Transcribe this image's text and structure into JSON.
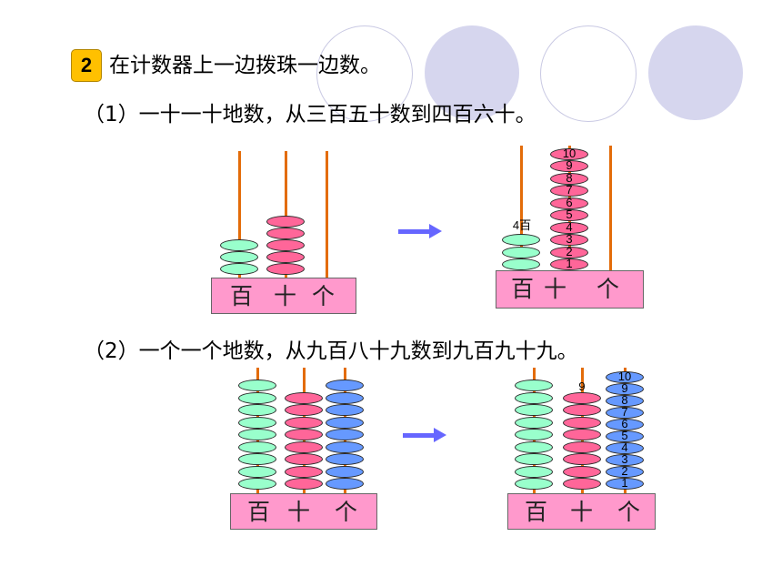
{
  "badge": "2",
  "title": "在计数器上一边拨珠一边数。",
  "q1": "（1）一十一十地数，从三百五十数到四百六十。",
  "q2": "（2）一个一个地数，从九百八十九数到九百九十九。",
  "place": {
    "hundreds": "百",
    "tens": "十",
    "ones": "个"
  },
  "counts": {
    "a1": {
      "hundreds": 3,
      "tens": 5,
      "ones": 0
    },
    "a2": {
      "hundreds": 3,
      "tens": 10,
      "ones": 0
    },
    "b1": {
      "hundreds": 9,
      "tens": 8,
      "ones": 9
    },
    "b2": {
      "hundreds": 9,
      "tens": 8,
      "ones": 10
    }
  },
  "a2_tens_labels": [
    "1",
    "2",
    "3",
    "4",
    "5",
    "6",
    "7",
    "8",
    "9",
    "10"
  ],
  "a2_hundred_label": "4百",
  "b2_tens_label": "9",
  "b2_ones_labels": [
    "1",
    "2",
    "3",
    "4",
    "5",
    "6",
    "7",
    "8",
    "9",
    "10"
  ],
  "colors": {
    "hundreds": "#99FFCC",
    "tens": "#FF6699",
    "ones": "#6699FF",
    "rod": "#E36C09",
    "base": "#FF99CC",
    "badge": "#FFC000",
    "arrow": "#6666FF"
  }
}
